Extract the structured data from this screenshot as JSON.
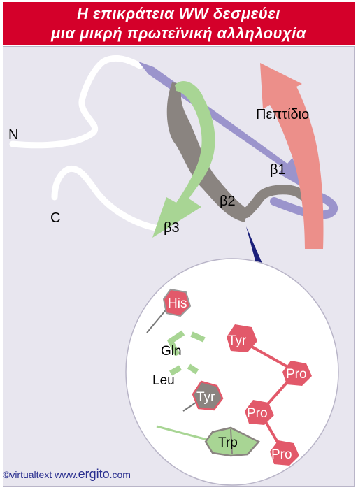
{
  "title": {
    "line1": "Η επικράτεια WW δεσμεύει",
    "line2": "μια μικρή πρωτεϊνική αλληλουχία"
  },
  "structure_labels": {
    "n_terminus": "N",
    "c_terminus": "C",
    "peptide": "Πεπτίδιο",
    "beta1": "β1",
    "beta2": "β2",
    "beta3": "β3"
  },
  "residues": {
    "domain": [
      "His",
      "Gln",
      "Leu",
      "Tyr",
      "Trp"
    ],
    "peptide": [
      "Tyr",
      "Pro",
      "Pro",
      "Pro"
    ]
  },
  "credit": {
    "prefix": "©virtualtext  www.",
    "brand": "ergito",
    "suffix": ".com"
  },
  "colors": {
    "title_bg": "#d4002a",
    "beta1_strand": "#9b94cc",
    "beta2_strand": "#8a8480",
    "beta3_strand": "#a8d594",
    "peptide_arrow": "#ec8f8a",
    "peptide_residue": "#e2596a",
    "zoom_arrow": "#1a1f7a"
  }
}
